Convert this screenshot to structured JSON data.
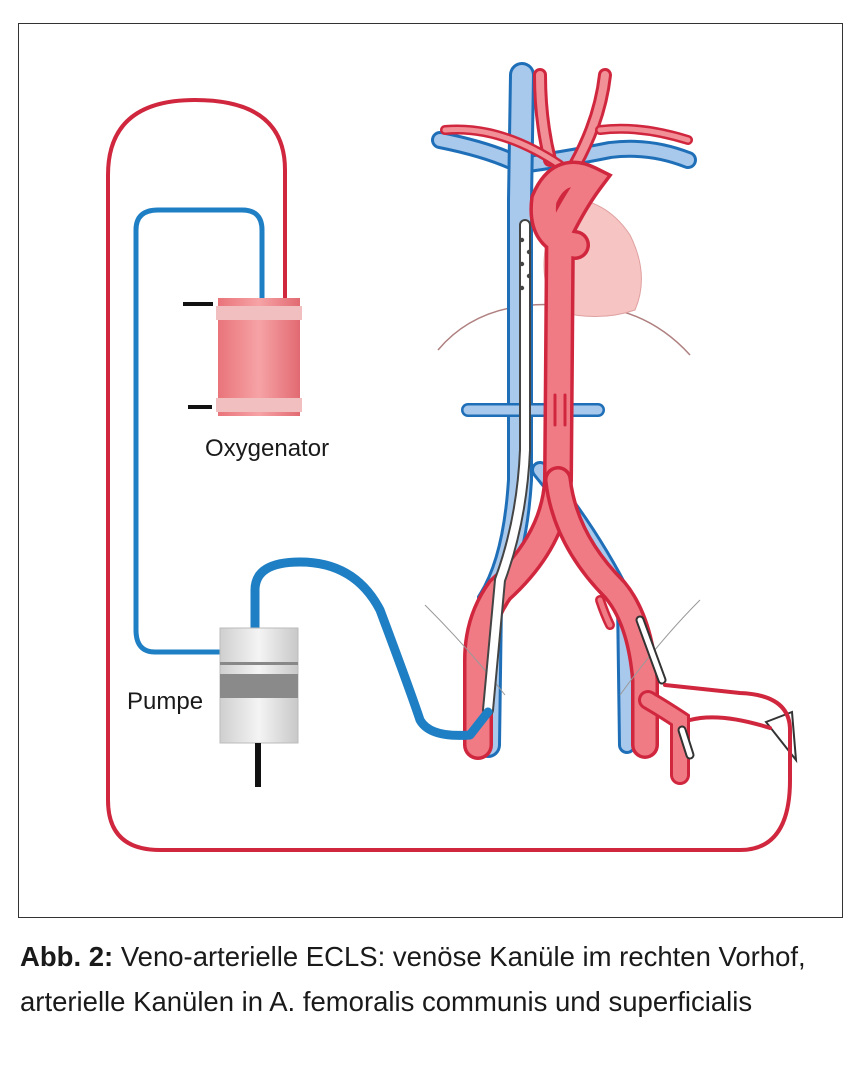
{
  "labels": {
    "oxygenator": "Oxygenator",
    "pump": "Pumpe"
  },
  "caption": {
    "label": "Abb. 2:",
    "text": "Veno-arterielle ECLS: venöse Kanüle im rechten Vorhof, arterielle Kanülen in A. femoralis communis und superficialis"
  },
  "colors": {
    "arterial": "#d0273e",
    "venous": "#1f7fc4",
    "artery_fill": "#f07b85",
    "vein_fill": "#9fc3ea",
    "oxygenator_fill": "#ef8a8e",
    "heart_fill": "#f6c5c3"
  }
}
